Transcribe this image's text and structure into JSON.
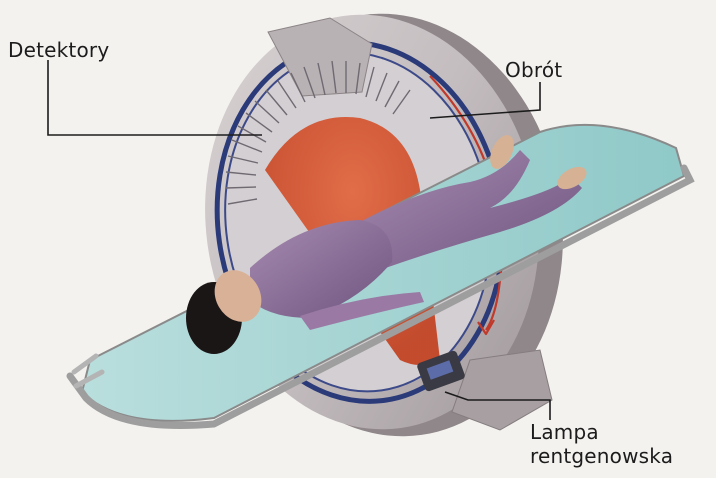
{
  "labels": {
    "detectors": "Detektory",
    "rotation": "Obrót",
    "xray_tube_line1": "Lampa",
    "xray_tube_line2": "rentgenowska"
  },
  "colors": {
    "background": "#f3f2ef",
    "gantry": "#c9c3c4",
    "gantry_shadow": "#9d9597",
    "rotation_ring": "#2b3a78",
    "xray_fan": "#d9502e",
    "patient_table": "#a9d7d6",
    "patient_clothing": "#8d6c9a",
    "leader_line": "#1c1c1c"
  }
}
